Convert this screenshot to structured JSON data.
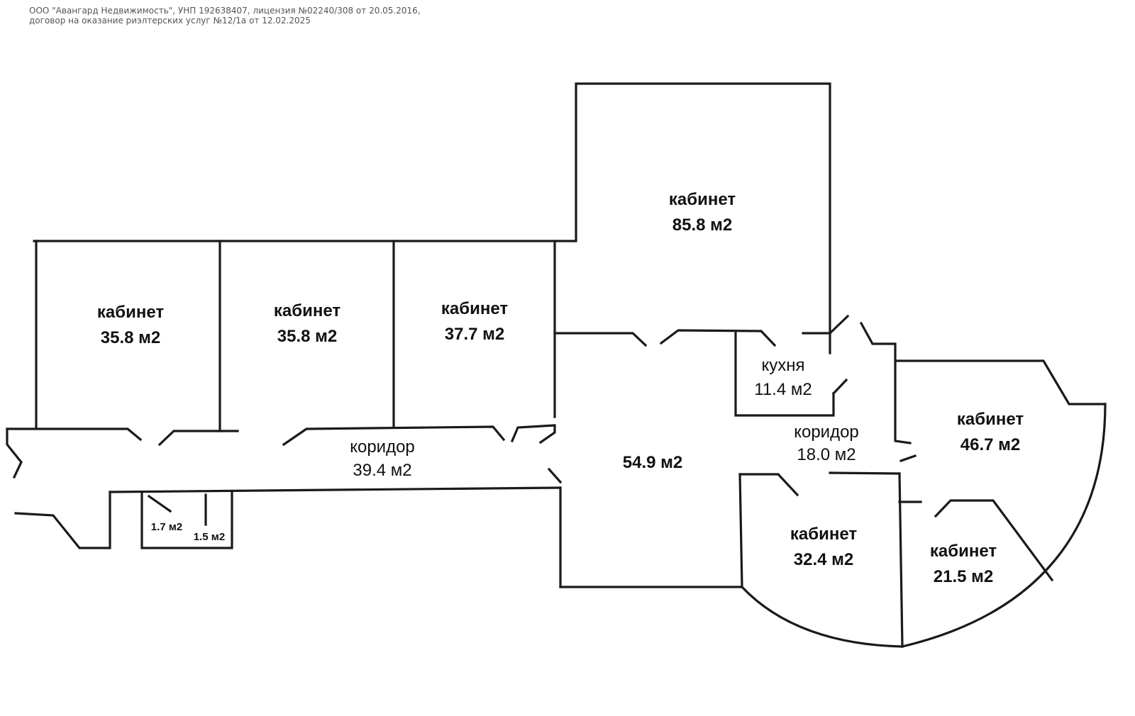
{
  "header": {
    "line1": "ООО \"Авангард Недвижимость\", УНП 192638407, лицензия №02240/308 от 20.05.2016,",
    "line2": "договор на оказание риэлтерских услуг №12/1а от 12.02.2025"
  },
  "rooms": {
    "office_1": {
      "name": "кабинет",
      "area": "35.8 м2"
    },
    "office_2": {
      "name": "кабинет",
      "area": "35.8 м2"
    },
    "office_3": {
      "name": "кабинет",
      "area": "37.7 м2"
    },
    "office_4": {
      "name": "кабинет",
      "area": "85.8 м2"
    },
    "hall": {
      "area": "54.9 м2"
    },
    "kitchen": {
      "name": "кухня",
      "area": "11.4 м2"
    },
    "corridor_1": {
      "name": "коридор",
      "area": "39.4 м2"
    },
    "corridor_2": {
      "name": "коридор",
      "area": "18.0 м2"
    },
    "office_5": {
      "name": "кабинет",
      "area": "46.7 м2"
    },
    "office_6": {
      "name": "кабинет",
      "area": "32.4 м2"
    },
    "office_7": {
      "name": "кабинет",
      "area": "21.5 м2"
    },
    "wc_1": {
      "area": "1.7 м2"
    },
    "wc_2": {
      "area": "1.5 м2"
    }
  },
  "colors": {
    "wall": "#1a1a1a",
    "text": "#111111",
    "header_text": "#555555",
    "background": "#ffffff"
  }
}
